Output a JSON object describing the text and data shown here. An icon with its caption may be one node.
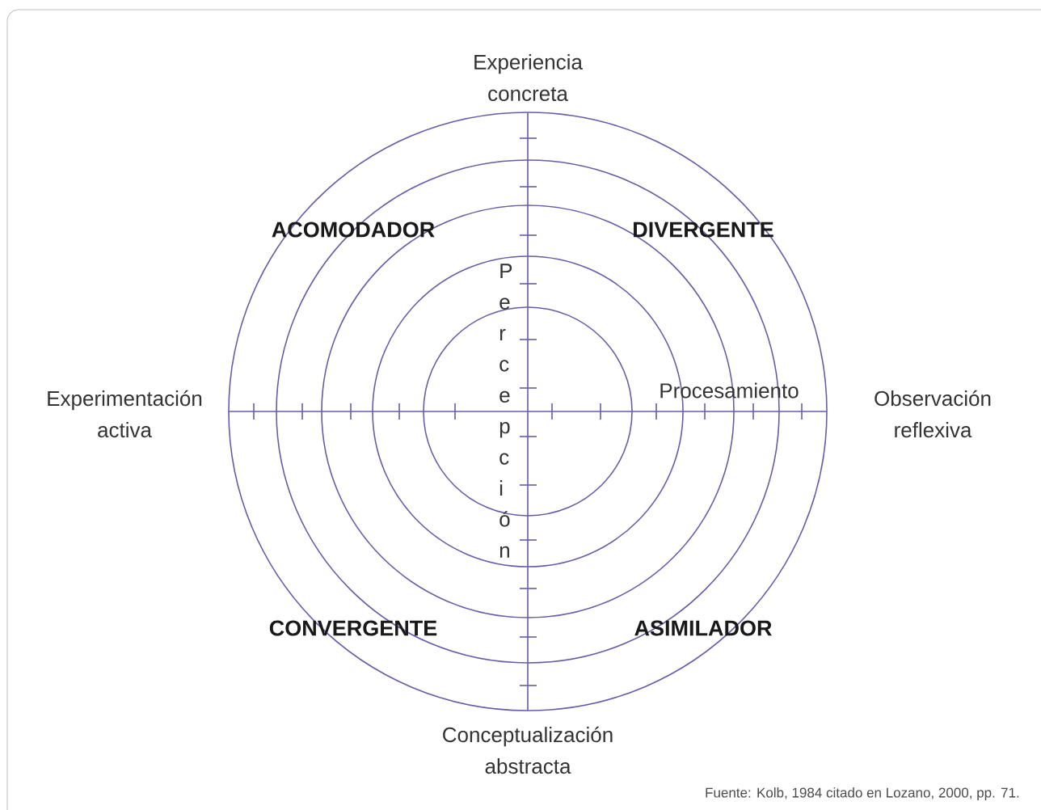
{
  "diagram": {
    "caption": "Fuente: Kolb, 1984 citado en Lozano, 2000, pp. 71.",
    "labels": [
      "Experiencia concreta",
      "ACOMODADOR",
      "DIVERGENTE",
      "Percepción",
      "Experimentación activa",
      "Procesamiento",
      "Observación reflexiva",
      "CONVERGENTE",
      "ASIMILADOR",
      "Conceptualización abstracta"
    ]
  }
}
